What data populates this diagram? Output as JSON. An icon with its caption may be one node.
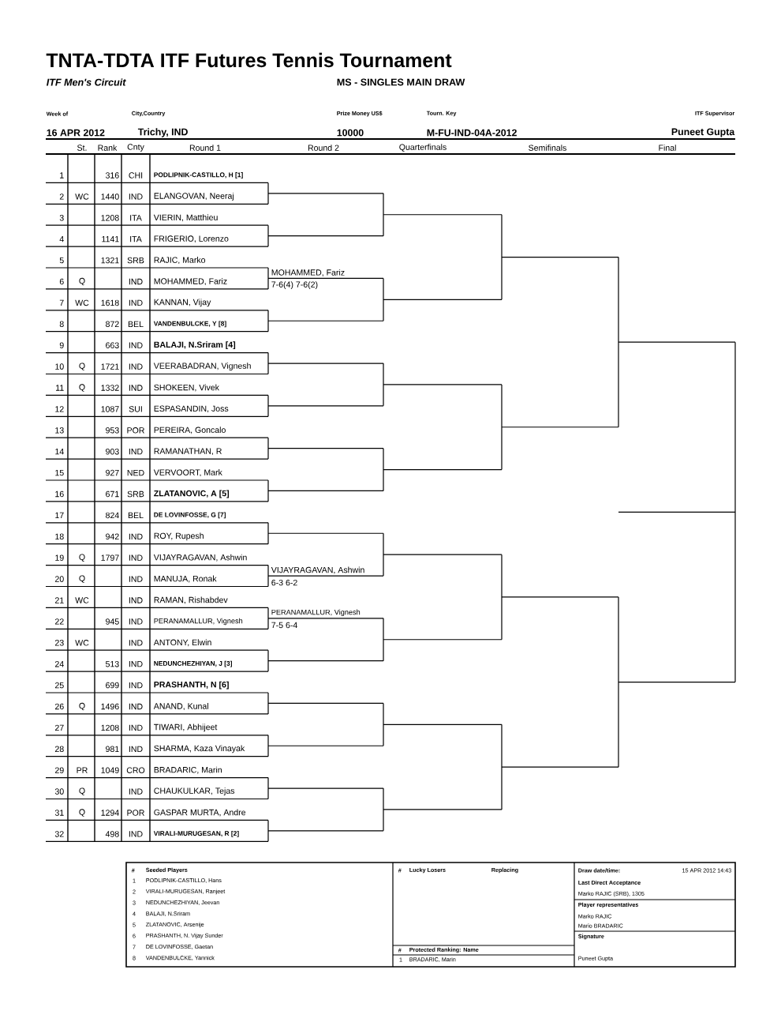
{
  "diagram": {
    "title": "TNTA-TDTA ITF Futures Tennis Tournament",
    "labels": [
      "ITF Men's Circuit",
      "MS - SINGLES MAIN DRAW",
      "Week of",
      "City,Country",
      "Prize Money US$",
      "Tourn. Key",
      "ITF Supervisor",
      "16 APR 2012",
      "Trichy, IND",
      "10000",
      "M-FU-IND-04A-2012",
      "Puneet Gupta",
      "St.",
      "Rank",
      "Cnty",
      "Round 1",
      "Round 2",
      "Quarterfinals",
      "Semifinals",
      "Final",
      "1",
      "316",
      "CHI",
      "PODLIPNIK-CASTILLO, H [1]",
      "2",
      "WC",
      "1440",
      "IND",
      "ELANGOVAN, Neeraj",
      "3",
      "1208",
      "ITA",
      "VIERIN, Matthieu",
      "4",
      "1141",
      "ITA",
      "FRIGERIO, Lorenzo",
      "5",
      "1321",
      "SRB",
      "RAJIC, Marko",
      "6",
      "Q",
      "IND",
      "MOHAMMED, Fariz",
      "MOHAMMED, Fariz",
      "7-6(4) 7-6(2)",
      "7",
      "WC",
      "1618",
      "IND",
      "KANNAN, Vijay",
      "8",
      "872",
      "BEL",
      "VANDENBULCKE, Y [8]",
      "9",
      "663",
      "IND",
      "BALAJI, N.Sriram [4]",
      "10",
      "Q",
      "1721",
      "IND",
      "VEERABADRAN, Vignesh",
      "11",
      "Q",
      "1332",
      "IND",
      "SHOKEEN, Vivek",
      "12",
      "1087",
      "SUI",
      "ESPASANDIN, Joss",
      "13",
      "953",
      "POR",
      "PEREIRA, Goncalo",
      "14",
      "903",
      "IND",
      "RAMANATHAN, R",
      "15",
      "927",
      "NED",
      "VERVOORT, Mark",
      "16",
      "671",
      "SRB",
      "ZLATANOVIC, A [5]",
      "17",
      "824",
      "BEL",
      "DE LOVINFOSSE, G [7]",
      "18",
      "942",
      "IND",
      "ROY, Rupesh",
      "19",
      "Q",
      "1797",
      "IND",
      "VIJAYRAGAVAN, Ashwin",
      "20",
      "Q",
      "IND",
      "MANUJA, Ronak",
      "VIJAYRAGAVAN, Ashwin",
      "6-3 6-2",
      "21",
      "WC",
      "IND",
      "RAMAN, Rishabdev",
      "22",
      "945",
      "IND",
      "PERANAMALLUR, Vignesh",
      "PERANAMALLUR, Vignesh",
      "7-5 6-4",
      "23",
      "WC",
      "IND",
      "ANTONY, Elwin",
      "24",
      "513",
      "IND",
      "NEDUNCHEZHIYAN, J [3]",
      "25",
      "699",
      "IND",
      "PRASHANTH, N [6]",
      "26",
      "Q",
      "1496",
      "IND",
      "ANAND, Kunal",
      "27",
      "1208",
      "IND",
      "TIWARI, Abhijeet",
      "28",
      "981",
      "IND",
      "SHARMA, Kaza Vinayak",
      "29",
      "PR",
      "1049",
      "CRO",
      "BRADARIC, Marin",
      "30",
      "Q",
      "IND",
      "CHAUKULKAR, Tejas",
      "31",
      "Q",
      "1294",
      "POR",
      "GASPAR MURTA, Andre",
      "32",
      "498",
      "IND",
      "VIRALI-MURUGESAN, R [2]",
      "#",
      "Seeded Players",
      "1",
      "PODLIPNIK-CASTILLO, Hans",
      "2",
      "VIRALI-MURUGESAN, Ranjeet",
      "3",
      "NEDUNCHEZHIYAN, Jeevan",
      "4",
      "BALAJI, N.Sriram",
      "5",
      "ZLATANOVIC, Arsenije",
      "6",
      "PRASHANTH, N. Vijay Sunder",
      "7",
      "DE LOVINFOSSE, Gaetan",
      "8",
      "VANDENBULCKE, Yannick",
      "#",
      "Lucky Losers",
      "Replacing",
      "#",
      "Protected Ranking: Name",
      "1",
      "BRADARIC, Marin",
      "Draw date/time:",
      "15 APR 2012 14:43",
      "Last Direct Acceptance",
      "Marko RAJIC (SRB), 1305",
      "Player representatives",
      "Marko RAJIC",
      "Mario BRADARIC",
      "Signature",
      "Puneet Gupta"
    ]
  }
}
